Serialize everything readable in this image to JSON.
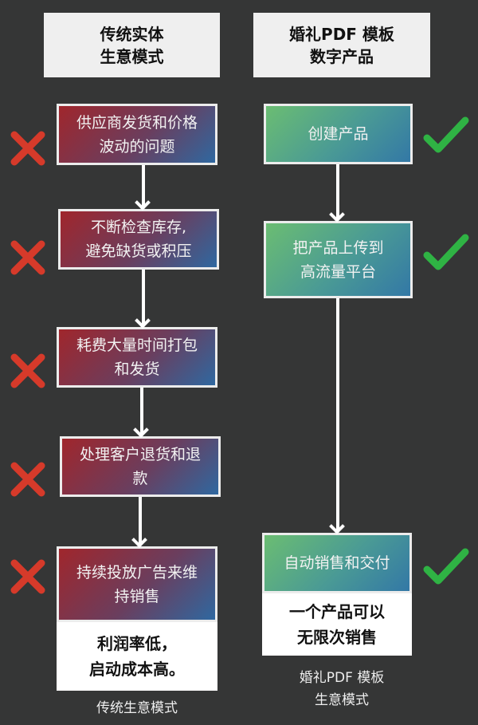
{
  "traditional": {
    "header": [
      "传统实体",
      "生意模式"
    ],
    "steps": [
      [
        "供应商发货和价格",
        "波动的问题"
      ],
      [
        "不断检查库存,",
        "避免缺货或积压"
      ],
      [
        "耗费大量时间打包",
        "和发货"
      ],
      [
        "处理客户退货和退",
        "款"
      ],
      [
        "持续投放广告来维",
        "持销售"
      ]
    ],
    "conclusion": [
      "利润率低，",
      "启动成本高。"
    ],
    "caption": "传统生意模式"
  },
  "digital": {
    "header": [
      "婚礼PDF 模板",
      "数字产品"
    ],
    "steps": [
      [
        "创建产品"
      ],
      [
        "把产品上传到",
        "高流量平台"
      ],
      [
        "自动销售和交付"
      ]
    ],
    "conclusion": [
      "一个产品可以",
      "无限次销售"
    ],
    "caption": [
      "婚礼PDF 模板",
      "生意模式"
    ]
  },
  "colors": {
    "background": "#353636",
    "cross": "#d63a2a",
    "check": "#2fb344"
  }
}
